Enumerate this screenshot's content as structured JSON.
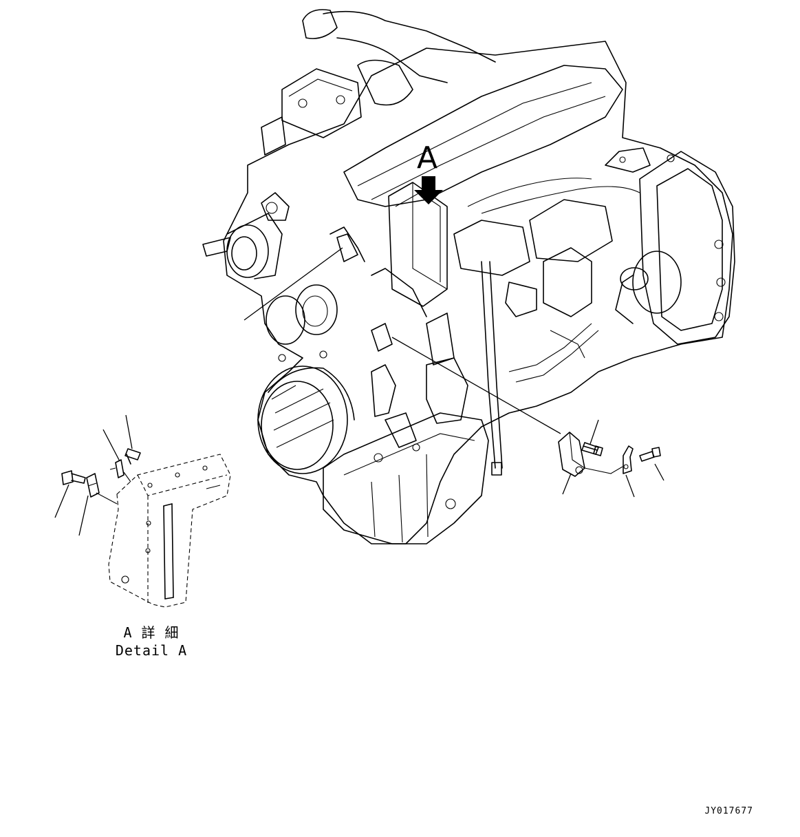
{
  "view_marker": {
    "letter": "A"
  },
  "detail_caption": {
    "japanese": "A 詳 細",
    "english": "Detail A"
  },
  "drawing_id": "JY017677"
}
